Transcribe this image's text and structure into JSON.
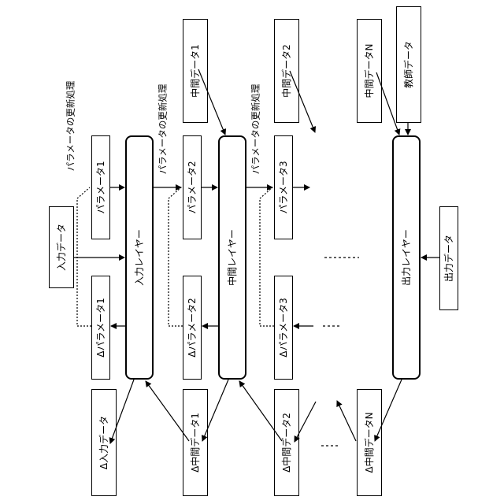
{
  "diagram": {
    "layers": {
      "input": "入力レイヤー",
      "middle": "中間レイヤー",
      "output": "出力レイヤー"
    },
    "data": {
      "input": "入力データ",
      "delta_input": "Δ入力データ",
      "middle1": "中間データ1",
      "middle2": "中間データ2",
      "middleN": "中間データN",
      "delta_middle1": "Δ中間データ1",
      "delta_middle2": "Δ中間データ2",
      "delta_middleN": "Δ中間データN",
      "teacher": "教師データ",
      "output": "出力データ"
    },
    "params": {
      "p1": "パラメータ1",
      "p2": "パラメータ2",
      "p3": "パラメータ3",
      "dp1": "Δパラメータ1",
      "dp2": "Δパラメータ2",
      "dp3": "Δパラメータ3"
    },
    "update_label": "パラメータの更新処理"
  }
}
